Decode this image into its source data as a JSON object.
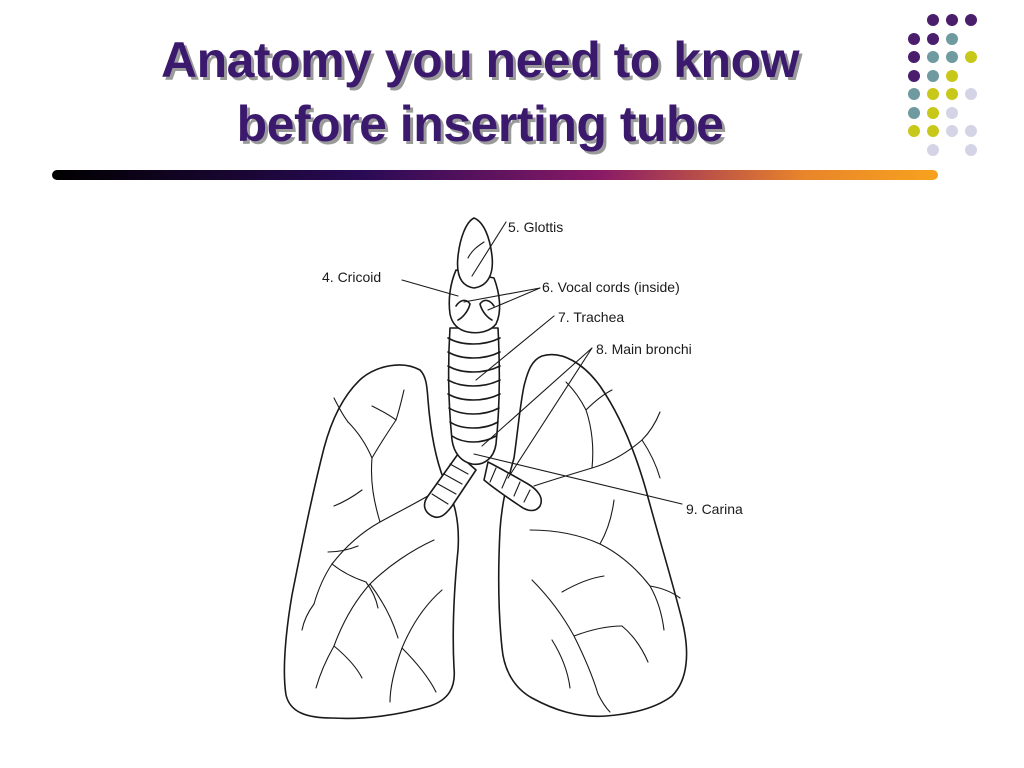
{
  "slide": {
    "title_lines": [
      "Anatomy you need to know",
      "before inserting tube"
    ],
    "title_color": "#3b1a6e",
    "divider_gradient": [
      "#000000",
      "#2a0a55",
      "#8a1a66",
      "#e9852a",
      "#f7a21e"
    ]
  },
  "decoration": {
    "dot_colors": {
      "purple": "#4a1e6c",
      "teal": "#6f9aa0",
      "olive": "#c8c81a",
      "lavender": "#d4d4e6"
    }
  },
  "diagram": {
    "labels": {
      "glottis": "5. Glottis",
      "cricoid": "4. Cricoid",
      "vocal_cords": "6. Vocal cords (inside)",
      "trachea": "7. Trachea",
      "main_bronchi": "8. Main bronchi",
      "carina": "9. Carina"
    }
  }
}
